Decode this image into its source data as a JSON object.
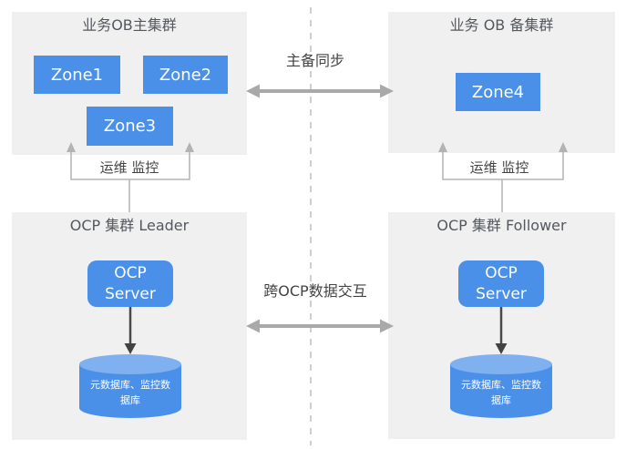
{
  "colors": {
    "node_blue": "#4a90e8",
    "cylinder_top_blue": "#7fb0f0",
    "panel_gray": "#f0f0f1",
    "connector_gray": "#a9a9a9",
    "bracket_gray": "#b3b3b3",
    "dark_arrow_gray": "#4a4a4a"
  },
  "clusters": {
    "primary_ob": {
      "title": "业务OB主集群",
      "zones": [
        "Zone1",
        "Zone2",
        "Zone3"
      ]
    },
    "standby_ob": {
      "title": "业务 OB 备集群",
      "zones": [
        "Zone4"
      ]
    },
    "ocp_leader": {
      "title": "OCP 集群 Leader",
      "server_label": "OCP Server",
      "db_label": "元数据库、监控数据库"
    },
    "ocp_follower": {
      "title": "OCP 集群 Follower",
      "server_label": "OCP Server",
      "db_label": "元数据库、监控数据库"
    }
  },
  "connections": {
    "primary_standby_sync_label": "主备同步",
    "cross_ocp_exchange_label": "跨OCP数据交互",
    "ops_monitor_left_label": "运维 监控",
    "ops_monitor_right_label": "运维 监控"
  }
}
